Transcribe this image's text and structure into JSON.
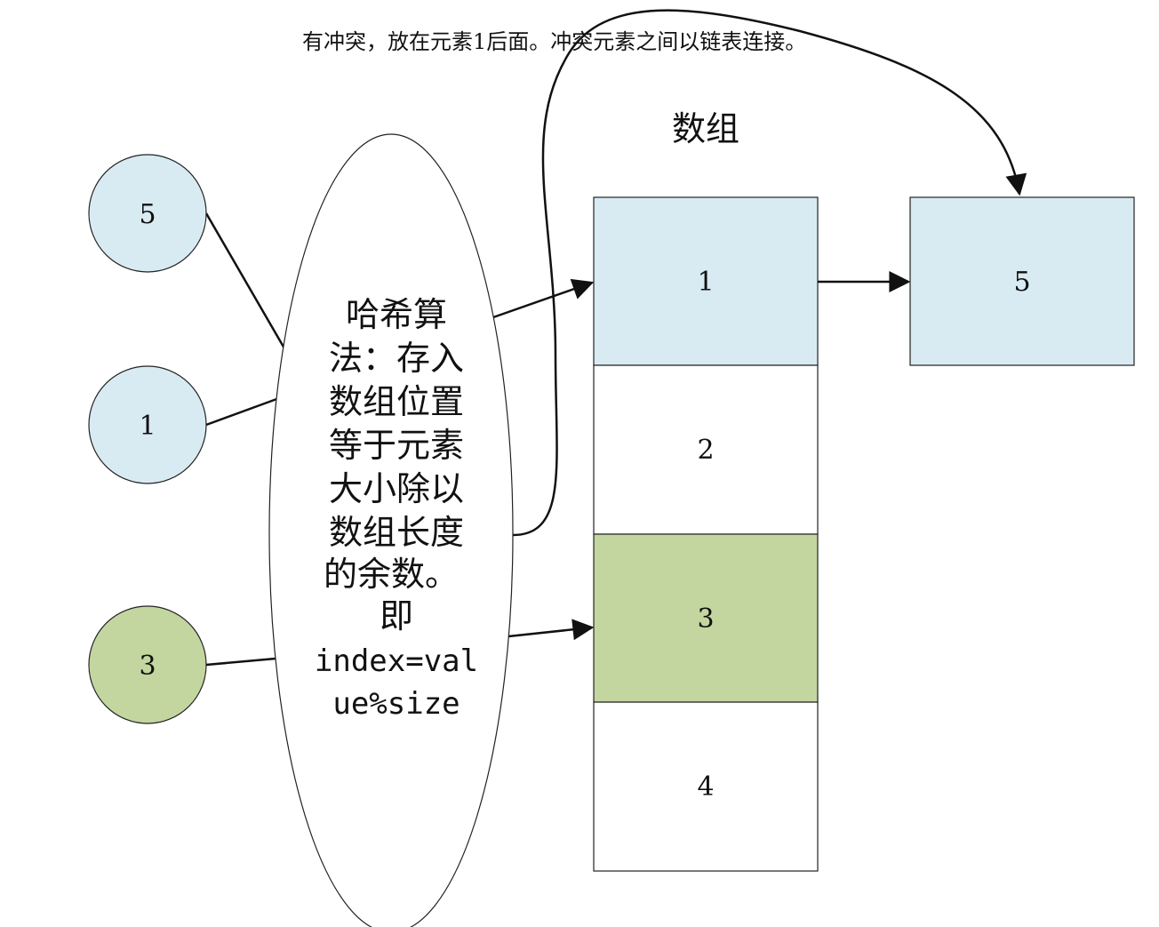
{
  "note": "有冲突，放在元素1后面。冲突元素之间以链表连接。",
  "array_title": "数组",
  "input_nodes": [
    {
      "label": "5",
      "color": "#d9ebf2"
    },
    {
      "label": "1",
      "color": "#d9ebf2"
    },
    {
      "label": "3",
      "color": "#c4d6a0"
    }
  ],
  "hash_function": {
    "lines": [
      "哈希算",
      "法：存入",
      "数组位置",
      "等于元素",
      "大小除以",
      "数组长度",
      "的余数。",
      "即"
    ],
    "formula_lines": [
      "index=val",
      "ue%size"
    ]
  },
  "array_cells": [
    {
      "label": "1",
      "color": "#d9ebf2"
    },
    {
      "label": "2",
      "color": "#ffffff"
    },
    {
      "label": "3",
      "color": "#c4d6a0"
    },
    {
      "label": "4",
      "color": "#ffffff"
    }
  ],
  "chain_node": {
    "label": "5",
    "color": "#d9ebf2"
  }
}
